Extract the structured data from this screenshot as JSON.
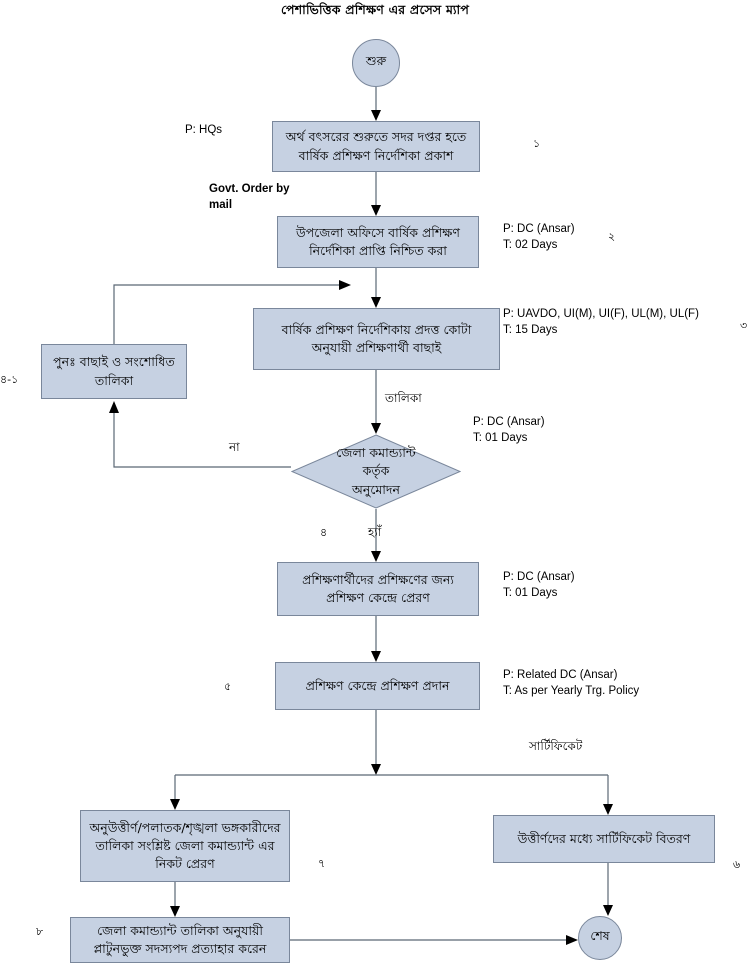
{
  "title": "পেশাভিত্তিক প্রশিক্ষণ এর প্রসেস ম্যাপ",
  "colors": {
    "node_fill": "#c6d1e2",
    "node_border": "#7a879b",
    "connector": "#5b6775",
    "text": "#000000",
    "background": "#ffffff"
  },
  "nodes": {
    "start": {
      "label": "শুরু",
      "shape": "circle"
    },
    "step1": {
      "label": "অর্থ বৎসরের শুরুতে সদর দপ্তর হতে বার্ষিক প্রশিক্ষণ নির্দেশিকা প্রকাশ",
      "shape": "process",
      "number": "১"
    },
    "step2": {
      "label": "উপজেলা অফিসে বার্ষিক প্রশিক্ষণ নির্দেশিকা প্রাপ্তি নিশ্চিত করা",
      "shape": "process",
      "number": "২"
    },
    "step3": {
      "label": "বার্ষিক প্রশিক্ষণ নির্দেশিকায় প্রদত্ত কোটা অনুযায়ী প্রশিক্ষণার্থী বাছাই",
      "shape": "process",
      "number": "৩"
    },
    "rework": {
      "label": "পুনঃ  বাছাই ও সংশোধিত তালিকা",
      "shape": "process",
      "number": "৪-১"
    },
    "decision": {
      "label_line1": "জেলা কমান্ড্যান্ট",
      "label_line2": "কর্তৃক",
      "label_line3": "অনুমোদন",
      "shape": "decision",
      "number": "৪"
    },
    "step5": {
      "label": "প্রশিক্ষণার্থীদের প্রশিক্ষণের জন্য প্রশিক্ষণ কেন্দ্রে প্রেরণ",
      "shape": "process"
    },
    "step6": {
      "label": "প্রশিক্ষণ কেন্দ্রে প্রশিক্ষণ প্রদান",
      "shape": "process",
      "number": "৫"
    },
    "fail_branch": {
      "label": "অনুউত্তীর্ণ/পলাতক/শৃঙ্খলা ভঙ্গকারীদের তালিকা সংশ্লিষ্ট  জেলা কমান্ড্যান্ট এর নিকট প্রেরণ",
      "shape": "process",
      "number": "৭"
    },
    "pass_branch": {
      "label": "উত্তীর্ণদের মধ্যে সার্টিফিকেট বিতরণ",
      "shape": "process",
      "number": "৬"
    },
    "withdraw": {
      "label": "জেলা কমান্ড্যান্ট তালিকা অনুযায়ী প্লাটুনভুক্ত সদস্যপদ প্রত্যাহার করেন",
      "shape": "process",
      "number": "৮"
    },
    "end": {
      "label": "শেষ",
      "shape": "circle"
    }
  },
  "side_annotations": {
    "a1": "P: HQs",
    "a2": "Govt. Order  by\nmail",
    "a3": "P: DC (Ansar)\nT: 02 Days",
    "a4": "P: UAVDO, UI(M), UI(F), UL(M), UL(F)\nT: 15 Days",
    "a5": "P: DC (Ansar)\nT: 01 Days",
    "a6": "P: DC (Ansar)\nT: 01 Days",
    "a7": "P: Related DC (Ansar)\nT: As per Yearly Trg. Policy"
  },
  "edge_labels": {
    "list": "তালিকা",
    "no": "না",
    "yes": "হ্যাঁ",
    "certificate": "সার্টিফিকেট"
  }
}
